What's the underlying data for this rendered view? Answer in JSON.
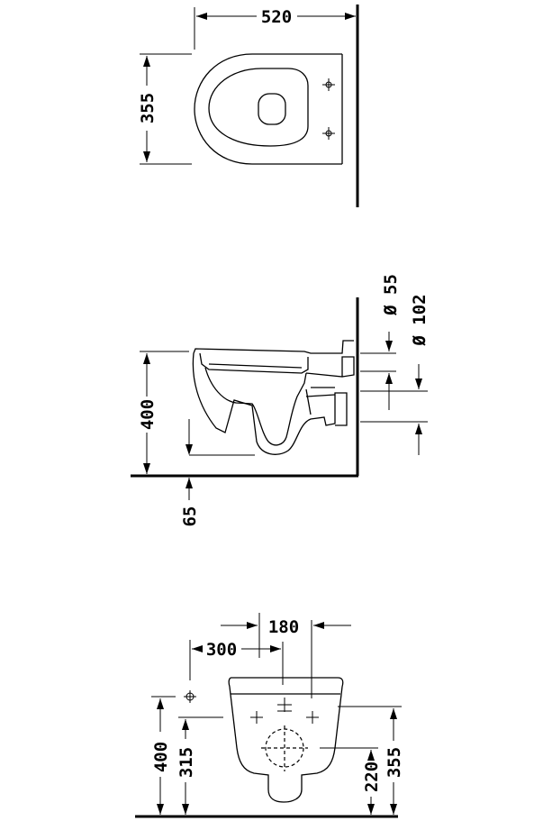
{
  "top_view": {
    "width_label": "520",
    "depth_label": "355"
  },
  "side_view": {
    "height_label": "400",
    "floor_offset_label": "65",
    "pipe_small_label": "Ø 55",
    "pipe_large_label": "Ø 102"
  },
  "front_view": {
    "spacing_a_label": "180",
    "spacing_b_label": "300",
    "height_total_label": "400",
    "height_mid_label": "315",
    "height_low_label": "220",
    "height_right_label": "355"
  }
}
